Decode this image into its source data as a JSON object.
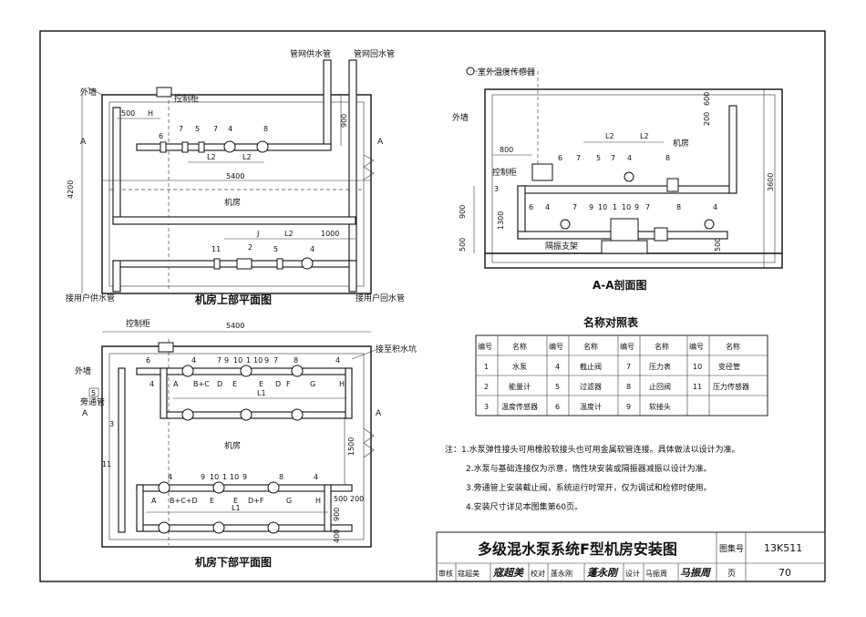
{
  "upper_plan": {
    "title": "机房上部平面图",
    "labels": {
      "supply_main": "管网供水管",
      "return_main": "管网回水管",
      "outer_wall": "外墙",
      "control_cabinet": "控制柜",
      "room": "机房",
      "user_supply": "接用户供水管",
      "user_return": "接用户回水管",
      "section_a": "A"
    },
    "dims": {
      "d500": "500",
      "dH": "H",
      "d4200": "4200",
      "d5400": "5400",
      "d900": "900",
      "dL2a": "L2",
      "dL2b": "L2",
      "dJ": "J",
      "dL2c": "L2",
      "d1000": "1000"
    },
    "numbers": [
      "6",
      "7",
      "5",
      "7",
      "4",
      "8",
      "11",
      "2",
      "5",
      "4"
    ]
  },
  "section_view": {
    "title": "A-A剖面图",
    "labels": {
      "outdoor_sensor": "室外温度传感器",
      "outer_wall": "外墙",
      "control_cabinet": "控制柜",
      "room": "机房",
      "vibration_support": "隔振支架"
    },
    "dims": {
      "d800": "800",
      "d200a": "200",
      "d600": "600",
      "d3600": "3600",
      "d900": "900",
      "d1300": "1300",
      "d500a": "500",
      "d500b": "500",
      "dL2a": "L2",
      "dL2b": "L2"
    },
    "numbers": [
      "6",
      "7",
      "5",
      "7",
      "4",
      "8",
      "6",
      "4",
      "7",
      "9",
      "10",
      "1",
      "10",
      "9",
      "7",
      "8",
      "4",
      "3"
    ]
  },
  "lower_plan": {
    "title": "机房下部平面图",
    "labels": {
      "control_cabinet": "控制柜",
      "outer_wall": "外墙",
      "bypass": "旁通管",
      "drain_pit": "接至积水坑",
      "room": "机房",
      "section_a": "A"
    },
    "dims": {
      "d5400": "5400",
      "d1500": "1500",
      "d500": "500",
      "d200": "200",
      "d900": "900",
      "d400": "400",
      "L1a": "L1",
      "L1b": "L1"
    },
    "row1_segments": [
      "A",
      "B+C",
      "D",
      "E",
      "E",
      "D",
      "F",
      "G",
      "H"
    ],
    "row2_segments": [
      "A",
      "B+C+D",
      "E",
      "E",
      "D+F",
      "G",
      "H"
    ],
    "row1_numbers": [
      "6",
      "4",
      "7",
      "9",
      "10",
      "1",
      "10",
      "9",
      "7",
      "8",
      "4"
    ],
    "row2_numbers": [
      "4",
      "9",
      "10",
      "1",
      "10",
      "9",
      "8",
      "4"
    ],
    "side_numbers": [
      "3",
      "4",
      "11",
      "5"
    ],
    "bypass_code": "5"
  },
  "legend": {
    "title": "名称对照表",
    "headers": [
      "编号",
      "名称",
      "编号",
      "名称",
      "编号",
      "名称",
      "编号",
      "名称"
    ],
    "rows": [
      [
        "1",
        "水泵",
        "4",
        "截止阀",
        "7",
        "压力表",
        "10",
        "变径管"
      ],
      [
        "2",
        "能量计",
        "5",
        "过滤器",
        "8",
        "止回阀",
        "11",
        "压力传感器"
      ],
      [
        "3",
        "温度传感器",
        "6",
        "温度计",
        "9",
        "软接头",
        "",
        ""
      ]
    ]
  },
  "notes": [
    "注：1.水泵弹性接头可用橡胶软接头也可用金属软管连接。具体做法以设计为准。",
    "2.水泵与基础连接仅为示意，惰性块安装或隔振器减振以设计为准。",
    "3.旁通管上安装截止阀，系统运行时常开，仅为调试和检修时使用。",
    "4.安装尺寸详见本图集第60页。"
  ],
  "title_block": {
    "drawing_title": "多级混水泵系统F型机房安装图",
    "atlas_label": "图集号",
    "atlas_no": "13K511",
    "page_label": "页",
    "page_no": "70",
    "review_label": "审核",
    "reviewer": "寇超美",
    "check_label": "校对",
    "checker": "蓬永刚",
    "design_label": "设计",
    "designer": "马振周",
    "sig_reviewer": "寇超美",
    "sig_checker": "蓬永刚",
    "sig_designer": "马振周"
  }
}
